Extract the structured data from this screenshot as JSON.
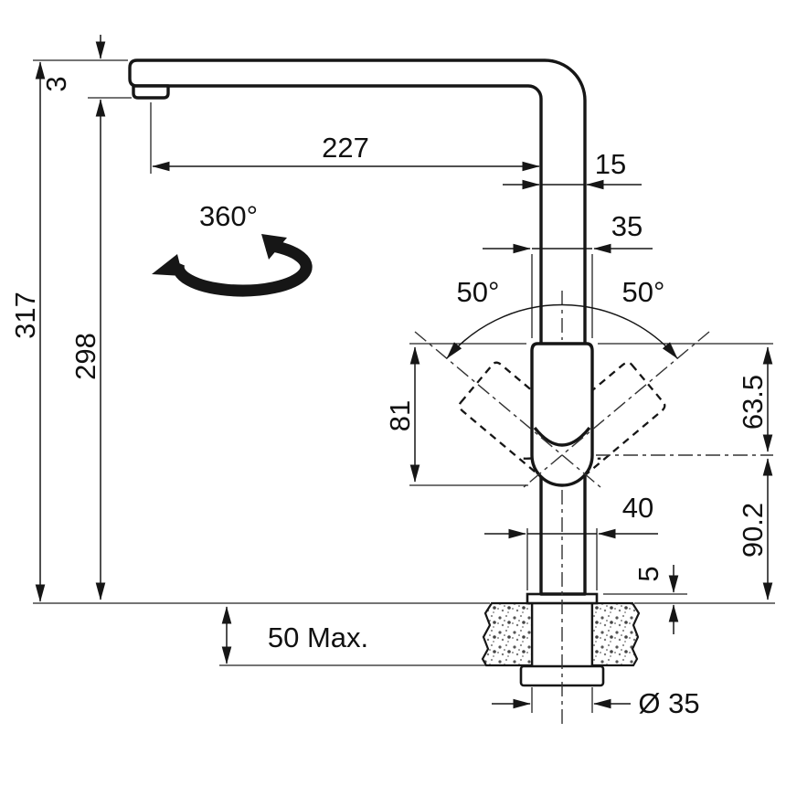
{
  "drawing": {
    "type": "technical-dimension-diagram",
    "subject": "kitchen-faucet-installation-drawing",
    "units_implied": "mm",
    "colors": {
      "line": "#161616",
      "background": "#ffffff"
    }
  },
  "labels": {
    "total_height": "317",
    "height_to_spout": "298",
    "spout_tip_drop": "3",
    "spout_reach": "227",
    "pipe_width": "15",
    "handle_width": "35",
    "swivel_angle": "360°",
    "lever_angle_left": "50°",
    "lever_angle_right": "50°",
    "lever_length": "81",
    "lever_to_axis": "63.5",
    "base_width": "40",
    "axis_to_deck": "90.2",
    "base_height": "5",
    "max_counter_thickness": "50 Max.",
    "hole_diameter": "Ø 35"
  }
}
